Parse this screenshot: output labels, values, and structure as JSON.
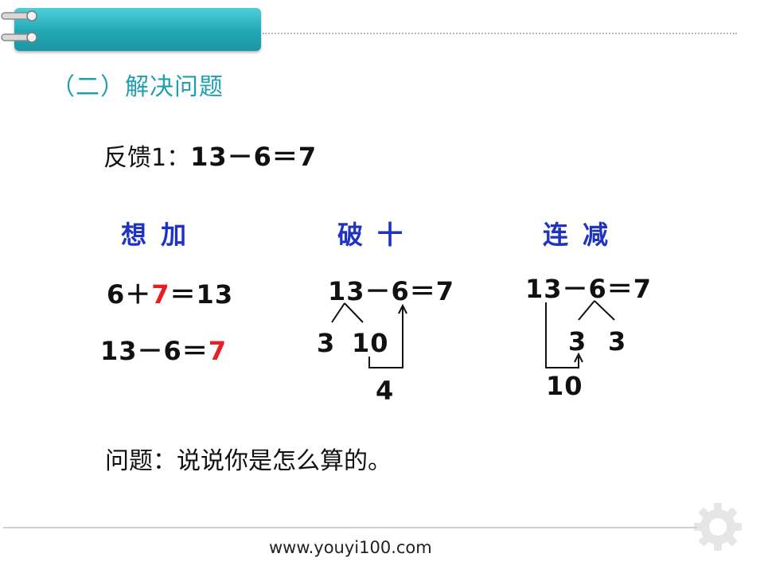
{
  "heading": "（二）解决问题",
  "feedback": {
    "label": "反馈1：",
    "eq": "13－6＝7"
  },
  "methods": {
    "think_add": {
      "title": "想加",
      "eq1": {
        "a": "6＋",
        "b": "7",
        "c": "＝13"
      },
      "eq2": {
        "a": "13－6＝",
        "b": "7"
      }
    },
    "break_ten": {
      "title": "破十",
      "eq": "13－6＝7",
      "left": "3",
      "right": "10",
      "result": "4"
    },
    "consecutive_sub": {
      "title": "连减",
      "eq": "13－6＝7",
      "left": "3",
      "right": "3",
      "result": "10"
    }
  },
  "question": "问题：说说你是怎么算的。",
  "footer": {
    "url": "www.youyi100.com"
  },
  "colors": {
    "accent": "#22a7b3",
    "method_title": "#1f33c2",
    "highlight": "#ec1c24"
  },
  "icons": [
    "binder-ring-icon",
    "gear-icon"
  ]
}
